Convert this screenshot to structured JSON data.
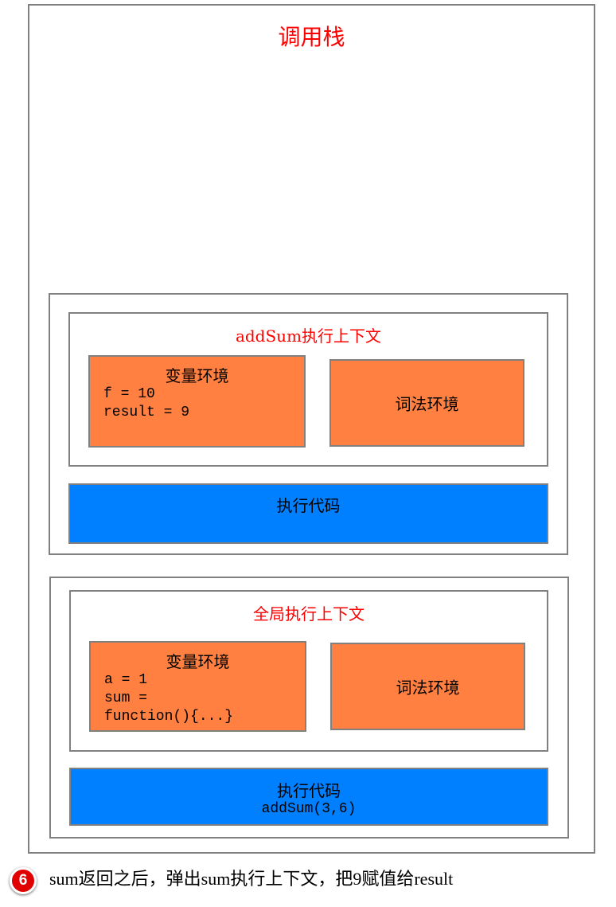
{
  "call_stack": {
    "title": "调用栈",
    "frames": [
      {
        "context_title": "addSum执行上下文",
        "variable_env": {
          "label": "变量环境",
          "vars": [
            "f = 10",
            "result = 9"
          ]
        },
        "lexical_env": {
          "label": "词法环境"
        },
        "exec_code": {
          "label": "执行代码",
          "code": ""
        }
      },
      {
        "context_title": "全局执行上下文",
        "variable_env": {
          "label": "变量环境",
          "vars": [
            "a = 1",
            "sum =",
            "function(){...}"
          ]
        },
        "lexical_env": {
          "label": "词法环境"
        },
        "exec_code": {
          "label": "执行代码",
          "code": "addSum(3,6)"
        }
      }
    ]
  },
  "step": {
    "number": "6",
    "caption": "sum返回之后，弹出sum执行上下文，把9赋值给result"
  },
  "colors": {
    "border": "#808080",
    "title_red": "#ff0000",
    "env_orange": "#ff8040",
    "exec_blue": "#0080ff",
    "badge_red": "#e00000"
  }
}
